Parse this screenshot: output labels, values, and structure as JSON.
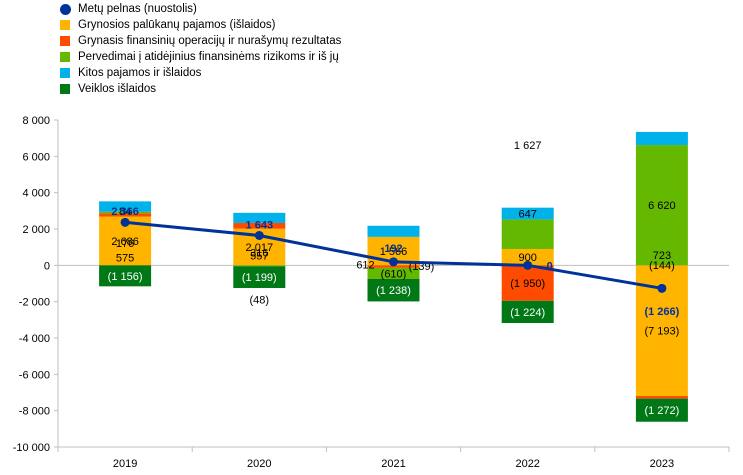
{
  "chart_data": {
    "type": "bar",
    "categories": [
      "2019",
      "2020",
      "2021",
      "2022",
      "2023"
    ],
    "ylim": [
      -10000,
      8000
    ],
    "yticks": [
      8000,
      6000,
      4000,
      2000,
      0,
      -2000,
      -4000,
      -6000,
      -8000,
      -10000
    ],
    "ytick_labels": [
      "8 000",
      "6 000",
      "4 000",
      "2 000",
      "0",
      "-2 000",
      "-4 000",
      "-6 000",
      "-8 000",
      "-10 000"
    ],
    "grid": false,
    "legend_position": "top-left",
    "series": [
      {
        "name": "Grynosios palūkanų pajamos (išlaidos)",
        "color": "#FFB400",
        "values": [
          2686,
          2017,
          1566,
          900,
          -7193
        ],
        "labels": [
          "2 686",
          "2 017",
          "1 566",
          "900",
          "(7 193)"
        ]
      },
      {
        "name": "Grynasis finansinių operacijų ir nurašymų rezultatas",
        "color": "#FF4B00",
        "values": [
          176,
          316,
          -139,
          -1950,
          -144
        ],
        "labels": [
          "176",
          "316",
          "(139)",
          "(1 950)",
          "(144)"
        ]
      },
      {
        "name": "Pervedimai į atidėjinius finansinėms rizikoms ir iš jų",
        "color": "#65B800",
        "values": [
          84,
          -48,
          -610,
          1627,
          6620
        ],
        "labels": [
          "84",
          "(48)",
          "(610)",
          "1 627",
          "6 620"
        ]
      },
      {
        "name": "Kitos pajamos ir išlaidos",
        "color": "#00B1EA",
        "values": [
          575,
          557,
          612,
          647,
          723
        ],
        "labels": [
          "575",
          "557",
          "612",
          "647",
          "723"
        ]
      },
      {
        "name": "Veiklos išlaidos",
        "color": "#007816",
        "values": [
          -1156,
          -1199,
          -1238,
          -1224,
          -1272
        ],
        "labels": [
          "(1 156)",
          "(1 199)",
          "(1 238)",
          "(1 224)",
          "(1 272)"
        ]
      }
    ],
    "line": {
      "name": "Metų pelnas (nuostolis)",
      "color": "#003299",
      "values": [
        2366,
        1643,
        192,
        0,
        -1266
      ],
      "labels": [
        "2 366",
        "1 643",
        "192",
        "0",
        "(1 266)"
      ]
    }
  }
}
